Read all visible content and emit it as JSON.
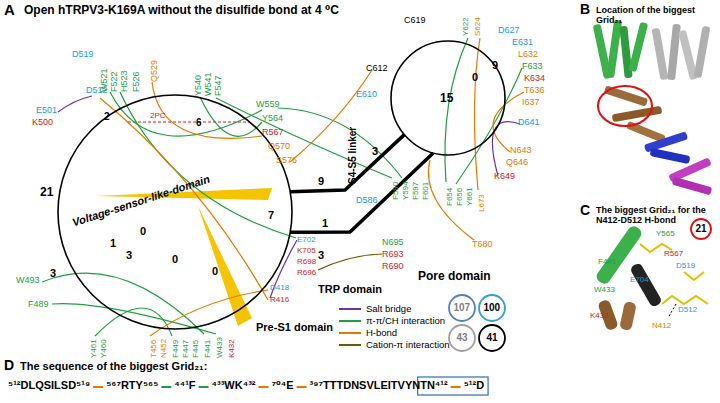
{
  "diagram": {
    "nodes": [
      {
        "text": [
          "Voltage-sensor-like-domain"
        ]
      },
      {
        "text": [
          "15"
        ]
      },
      {
        "text": [
          "107"
        ]
      },
      {
        "text": [
          "100"
        ]
      },
      {
        "text": [
          "43"
        ]
      },
      {
        "text": [
          "41"
        ]
      },
      {
        "text": [
          "21"
        ]
      }
    ],
    "edges": [
      {
        "from": 0,
        "to": 1,
        "arrow": "none",
        "label": "S4-S5 linker"
      },
      {
        "from": 0,
        "to": 1,
        "arrow": "none"
      }
    ],
    "labels": [
      "A",
      "Open hTRPV3-K169A without the disulfide bond at 4 ⁰C",
      "B",
      "Location of the biggest Grid₂₁",
      "C",
      "The biggest Grid₂₁ for the N412-D512 H-bond",
      "D",
      "The sequence of the biggest Grid₂₁:",
      "⁵¹²DLQSILSD⁵¹⁹",
      "⁵⁶⁷RTY⁵⁶⁵",
      "⁴⁴¹F",
      "⁴³³WK⁴³²",
      "⁷⁰⁴E",
      "³⁹⁷TTTDNSVLEITVYNTN⁴¹²",
      "⁵¹²D",
      "Pore domain",
      "Pre-S1 domain",
      "TRP domain",
      "2PC",
      "21",
      "2",
      "6",
      "0",
      "1",
      "3",
      "0",
      "0",
      "7",
      "3",
      "9",
      "1",
      "3",
      "3",
      "0",
      "9",
      "E501",
      "K500",
      "D512",
      "D519",
      "W521",
      "F522",
      "H523",
      "F526",
      "Q529",
      "Y540",
      "W541",
      "F547",
      "W559",
      "Y564",
      "R567",
      "Q570",
      "S576",
      "W493",
      "F489",
      "Y461",
      "Y460",
      "T456",
      "N452",
      "F449",
      "F447",
      "F445",
      "F441",
      "W433",
      "K432",
      "R416",
      "D418",
      "E702",
      "K705",
      "R698",
      "R696",
      "D586",
      "F590",
      "Y594",
      "F597",
      "F601",
      "F654",
      "F656",
      "Y661",
      "L673",
      "T680",
      "C619",
      "C612",
      "E610",
      "Y622",
      "S624",
      "D627",
      "E631",
      "L632",
      "F633",
      "K634",
      "T636",
      "I637",
      "D641",
      "N643",
      "Q646",
      "K649",
      "R690",
      "R693",
      "N695",
      "F441",
      "Y565",
      "W433",
      "R567",
      "D519",
      "E704",
      "K432",
      "D512",
      "N412"
    ],
    "legend": [
      {
        "text": "Salt bridge"
      },
      {
        "text": "π-π/CH interaction"
      },
      {
        "text": "H-bond"
      },
      {
        "text": "Cation-π interaction"
      }
    ]
  }
}
